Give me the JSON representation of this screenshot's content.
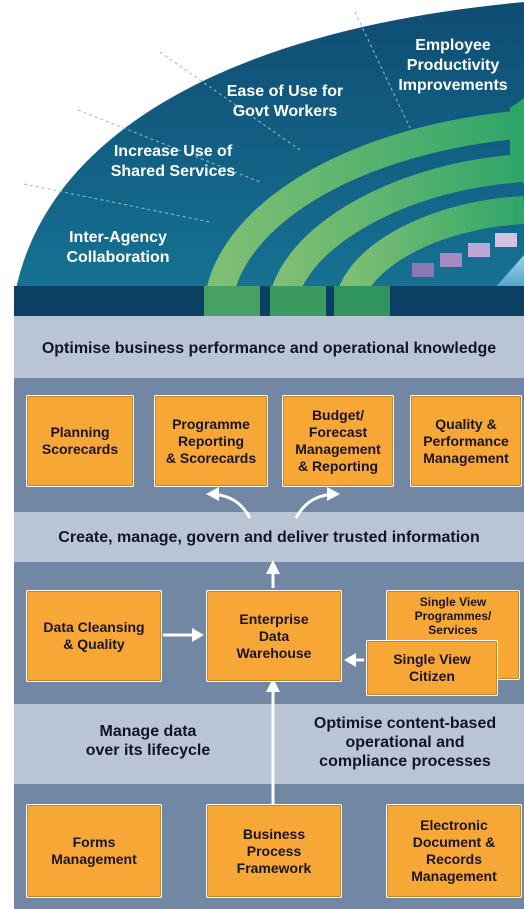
{
  "arc_labels": {
    "employee_productivity": "Employee\nProductivity\nImprovements",
    "ease_of_use": "Ease of Use for\nGovt Workers",
    "shared_services": "Increase Use of\nShared Services",
    "inter_agency": "Inter-Agency\nCollaboration"
  },
  "bands": {
    "optimise_performance": "Optimise business performance and operational knowledge",
    "create_manage": "Create, manage, govern and deliver trusted information"
  },
  "boxes": {
    "planning": "Planning\nScorecards",
    "programme_reporting": "Programme\nReporting\n& Scorecards",
    "budget_forecast": "Budget/\nForecast\nManagement\n& Reporting",
    "quality_performance": "Quality &\nPerformance\nManagement",
    "data_cleansing": "Data Cleansing\n& Quality",
    "enterprise_dw": "Enterprise\nData\nWarehouse",
    "single_view_programmes": "Single View\nProgrammes/\nServices",
    "single_view_citizen": "Single View\nCitizen",
    "forms": "Forms\nManagement",
    "bpf": "Business\nProcess\nFramework",
    "edrm": "Electronic\nDocument &\nRecords\nManagement"
  },
  "middle_text": {
    "manage_data": "Manage data\nover its lifecycle",
    "optimise_content": "Optimise content-based\noperational and\ncompliance processes"
  },
  "colors": {
    "sky_dark": "#0b3f63",
    "sky_teal": "#15708f",
    "band_light": "#b9c4d4",
    "panel_mid": "#7187a4",
    "box_orange": "#f7a736",
    "arc_green": "#5fb36c"
  }
}
